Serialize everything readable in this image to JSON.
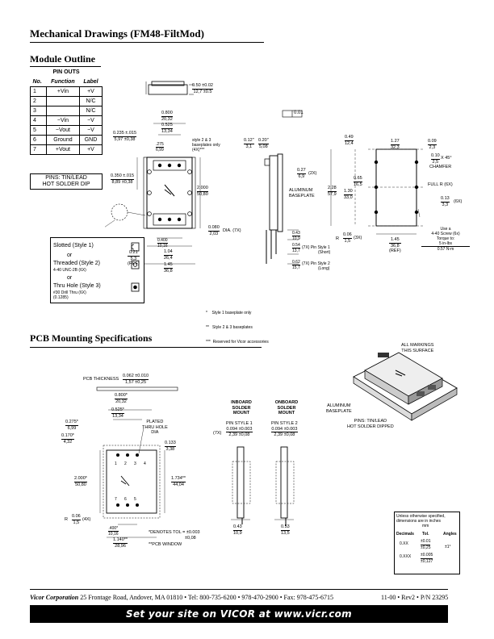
{
  "title": "Mechanical Drawings (FM48-FiltMod)",
  "module_outline": {
    "heading": "Module Outline",
    "pin_table": {
      "title": "PIN OUTS",
      "headers": [
        "No.",
        "Function",
        "Label"
      ],
      "rows": [
        [
          "1",
          "+Vin",
          "+V"
        ],
        [
          "2",
          "",
          "N/C"
        ],
        [
          "3",
          "",
          "N/C"
        ],
        [
          "4",
          "−Vin",
          "−V"
        ],
        [
          "5",
          "−Vout",
          "−V"
        ],
        [
          "6",
          "Ground",
          "GND"
        ],
        [
          "7",
          "+Vout",
          "+V"
        ]
      ]
    },
    "pins_note": [
      "PINS: TIN/LEAD",
      "HOT SOLDER DIP"
    ],
    "baseplate_styles": {
      "slotted": "Slotted (Style 1)",
      "or1": "or",
      "threaded": "Threaded (Style 2)",
      "threaded_sub": "4-40 UNC-2B (6X)",
      "or2": "or",
      "thru": "Thru Hole (Style 3)",
      "thru_sub1": "#30 Drill Thru (6X)",
      "thru_sub2": "(0.1285)"
    },
    "top_view_dims": {
      "d050": "0.50 ±0.02",
      "d050mm": "12,7 ±0.5",
      "d800": "0.800",
      "d800mm": "20,32",
      "d525": "0.525",
      "d525mm": "13,34",
      "d235": "0.235 ±.015",
      "d235mm": "5,97 ±0,38",
      "d275": ".275",
      "d275mm": "6,99",
      "style_note": "style 2 & 3",
      "style_note2": "baseplates only",
      "style_note3": "(4X)***",
      "d350": "0.350 ±.015",
      "d350mm": "8,89 ±0,38",
      "d2000": "2.000",
      "d2000mm": "50,80",
      "d080": "0.080",
      "d080mm": "2,03",
      "dia": "DIA. (7X)",
      "d400": "0.400",
      "d400mm": "10,16",
      "d104": "1.04",
      "d104mm": "26,4",
      "d145": "1.45",
      "d145mm": "36,8",
      "d021": "0.21",
      "d021mm": "5,3",
      "ref": "(REF)"
    },
    "side_view_dims": {
      "flat_box": "▱",
      "flat_val": "0.01",
      "d012": "0.12\"",
      "d012mm": "3,1",
      "d020": "0.20\"",
      "d020mm": "5,08",
      "d027": "0.27",
      "d027mm": "6,9",
      "x2": "(2X)",
      "baseplate": "ALUMINUM",
      "baseplate2": "BASEPLATE",
      "d043": "0.43",
      "d043mm": "10,9",
      "d054": "0.54",
      "d054mm": "13,7",
      "pin1": "(7X) Pin Style 1",
      "pin1s": "(Short)",
      "d062": "0.62",
      "d062mm": "15,7",
      "pin2": "(7X) Pin Style 2",
      "pin2s": "(Long)"
    },
    "end_view_dims": {
      "d049": "0.49",
      "d049mm": "12,4",
      "d127": "1.27",
      "d127mm": "32,3",
      "d009": "0.09",
      "d009mm": "2,3",
      "d010": "0.10",
      "d010mm": "2,5",
      "chamfer": "X 45°",
      "chamfer2": "CHAMFER",
      "fullr": "FULL R (6X)",
      "d065": "0.65",
      "d065mm": "16,5",
      "d228": "2.28",
      "d228mm": "57,9",
      "d130": "1.30",
      "d130mm": "33,0",
      "d013": "0.13",
      "d013mm": "3,3",
      "x6": "(6X)",
      "r": "R",
      "d006": "0.06",
      "d006mm": "1,5",
      "x3": "(3X)",
      "screw1": "Use a",
      "screw2": "4-40 Screw (6x)",
      "screw3": "Torque to:",
      "screw4": "5 in-lbs",
      "screw5": "0.57 N-m",
      "d145b": "1.45",
      "d145bmm": "36,8",
      "refb": "(REF)"
    },
    "footnotes": [
      "*    Style 1 baseplate only",
      "**   Style 2 & 3 baseplates",
      "***  Reserved for Vicor accessories"
    ]
  },
  "pcb": {
    "heading": "PCB Mounting Specifications",
    "thickness_label": "PCB THICKNESS",
    "thickness": "0.062 ±0.010",
    "thickness_mm": "1,57 ±0,25",
    "d800": "0.800*",
    "d800mm": "20,32",
    "d525": "0.525*",
    "d525mm": "13,34",
    "d275": "0.275*",
    "d275mm": "6,99",
    "d170": "0.170*",
    "d170mm": "4,32",
    "plated1": "PLATED",
    "plated2": "THRU HOLE",
    "plated3": "DIA",
    "d133": "0.133",
    "d133mm": "3,38",
    "d2000": "2.000*",
    "d2000mm": "50,80",
    "d1734": "1.734**",
    "d1734mm": "44,04",
    "r": "R",
    "d006": "0.06",
    "d006mm": "1,5",
    "x4": "(4X)",
    "d400": ".400*",
    "d400mm": "10,16",
    "d1140": "1.140**",
    "d1140mm": "28,96",
    "tol1": "*DENOTES TOL = ±0.003",
    "tol1mm": "±0,08",
    "window": "**PCB WINDOW",
    "inboard": [
      "INBOARD",
      "SOLDER",
      "MOUNT"
    ],
    "onboard": [
      "ONBOARD",
      "SOLDER",
      "MOUNT"
    ],
    "x7": "(7X)",
    "pinstyle1": "PIN STYLE 1",
    "pinstyle1_val": "0.094 ±0.003",
    "pinstyle1_mm": "2,39 ±0,08",
    "pinstyle2": "PIN STYLE 2",
    "pinstyle2_val": "0.094 ±0.003",
    "pinstyle2_mm": "2,39 ±0,08",
    "d043": "0.43",
    "d043mm": "10,9",
    "d053": "0.53",
    "d053mm": "13,5",
    "markings1": "ALL MARKINGS",
    "markings2": "THIS SURFACE",
    "alu1": "ALUMINUM",
    "alu2": "BASEPLATE",
    "pins1": "PINS: TIN/LEAD",
    "pins2": "HOT SOLDER DIPPED",
    "tolbox": {
      "line1": "Unless otherwise specified,",
      "line2": "dimensions are in inches",
      "line3": "mm",
      "h1": "Decimals",
      "h2": "Tol.",
      "h3": "Angles",
      "r1a": "0.XX",
      "r1b": "±0.01",
      "r1c": "±0,25",
      "r1d": "±1°",
      "r2a": "0.XXX",
      "r2b": "±0.005",
      "r2c": "±0,127"
    }
  },
  "footer": {
    "company": "Vicor Corporation",
    "address": "25 Frontage Road, Andover, MA 01810 • Tel: 800-735-6200 • 978-470-2900 • Fax: 978-475-6715",
    "rev": "11-00 • Rev2 • P/N 23295",
    "banner": "Set your site on VICOR at www.vicr.com"
  }
}
